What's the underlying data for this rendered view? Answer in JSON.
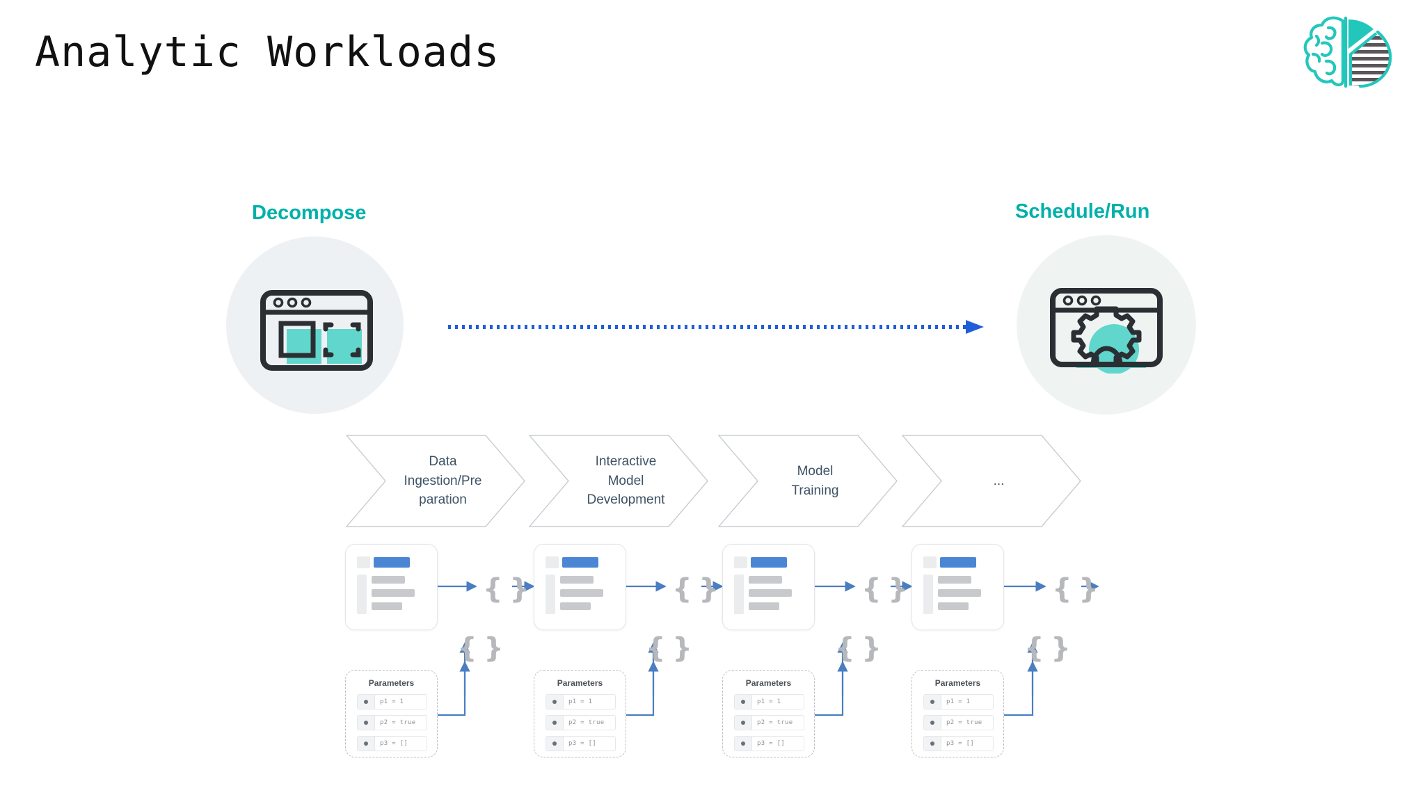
{
  "page": {
    "title": "Analytic Workloads",
    "background_color": "#ffffff"
  },
  "brand": {
    "logo_icon": "brain-pie-chart-logo",
    "teal": "#22c7bc",
    "gray": "#5b5459"
  },
  "colors": {
    "teal_heading": "#00b0ab",
    "arrow_blue": "#1e5fd8",
    "connector_blue": "#4a7ec0",
    "notebook_blue": "#4a86d4",
    "chevron_border": "#c9cdd2",
    "chevron_text": "#3d5265",
    "circle_left_bg": "#eef1f4",
    "circle_right_bg": "#eff4f3"
  },
  "stages": {
    "left": {
      "label": "Decompose",
      "icon": "browser-window-decompose-icon"
    },
    "right": {
      "label": "Schedule/Run",
      "icon": "browser-window-gear-icon"
    },
    "flow_arrow": {
      "icon": "dotted-right-arrow",
      "style": "dotted",
      "color": "#1e5fd8"
    }
  },
  "pipeline": {
    "chevrons": [
      {
        "label": "Data\nIngestion/Pre\nparation"
      },
      {
        "label": "Interactive\nModel\nDevelopment"
      },
      {
        "label": "Model\nTraining"
      },
      {
        "label": "..."
      }
    ]
  },
  "notebooks": [
    {
      "name": "notebook-card",
      "icon": "notebook-document-icon"
    },
    {
      "name": "notebook-card",
      "icon": "notebook-document-icon"
    },
    {
      "name": "notebook-card",
      "icon": "notebook-document-icon"
    },
    {
      "name": "notebook-card",
      "icon": "notebook-document-icon"
    }
  ],
  "parameter_boxes": [
    {
      "title": "Parameters",
      "rows": [
        {
          "value": "p1 = 1"
        },
        {
          "value": "p2 = true"
        },
        {
          "value": "p3 = []"
        }
      ]
    },
    {
      "title": "Parameters",
      "rows": [
        {
          "value": "p1 = 1"
        },
        {
          "value": "p2 = true"
        },
        {
          "value": "p3 = []"
        }
      ]
    },
    {
      "title": "Parameters",
      "rows": [
        {
          "value": "p1 = 1"
        },
        {
          "value": "p2 = true"
        },
        {
          "value": "p3 = []"
        }
      ]
    },
    {
      "title": "Parameters",
      "rows": [
        {
          "value": "p1 = 1"
        },
        {
          "value": "p2 = true"
        },
        {
          "value": "p3 = []"
        }
      ]
    }
  ],
  "braces": {
    "glyph": "{ }",
    "horizontal_count": 4,
    "vertical_count": 4,
    "icon": "curly-brace-icon"
  }
}
